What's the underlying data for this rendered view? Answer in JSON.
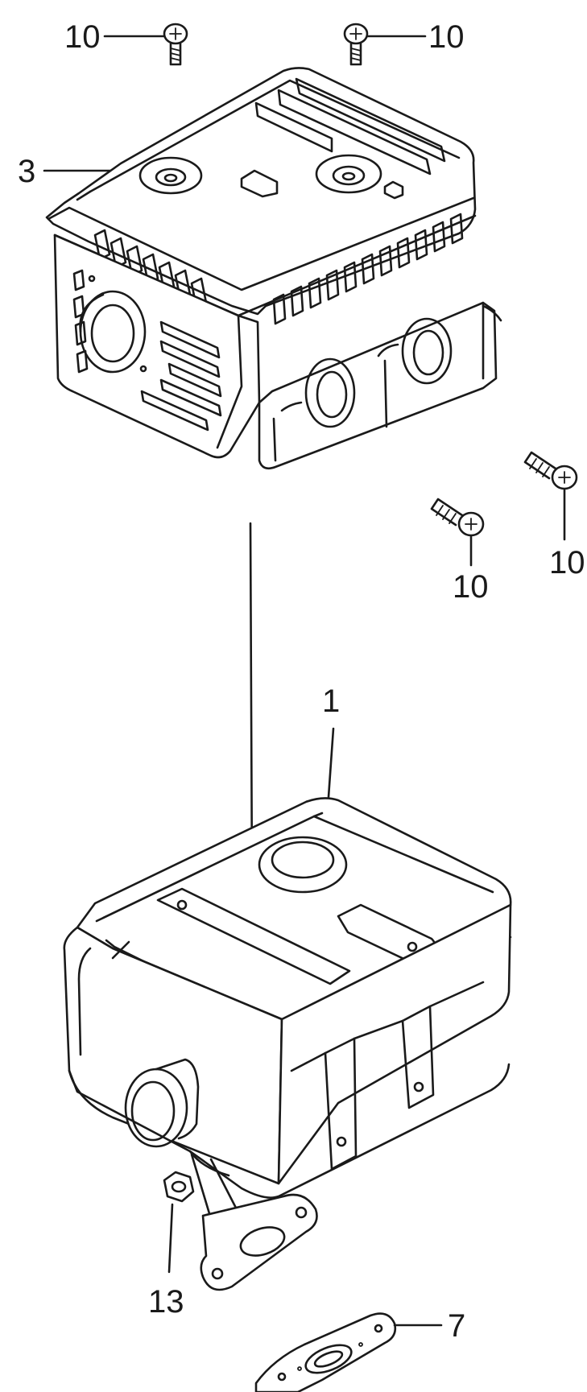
{
  "callouts": {
    "bolt_top_left": "10",
    "bolt_top_right": "10",
    "bolt_mid_right_lower": "10",
    "bolt_far_right": "10",
    "protector": "3",
    "muffler": "1",
    "nut": "13",
    "gasket": "7"
  },
  "parts": {
    "protector": "muffler-protector",
    "muffler": "muffler",
    "gasket": "exhaust-gasket",
    "nut": "flange-nut",
    "bolt": "flange-bolt"
  }
}
